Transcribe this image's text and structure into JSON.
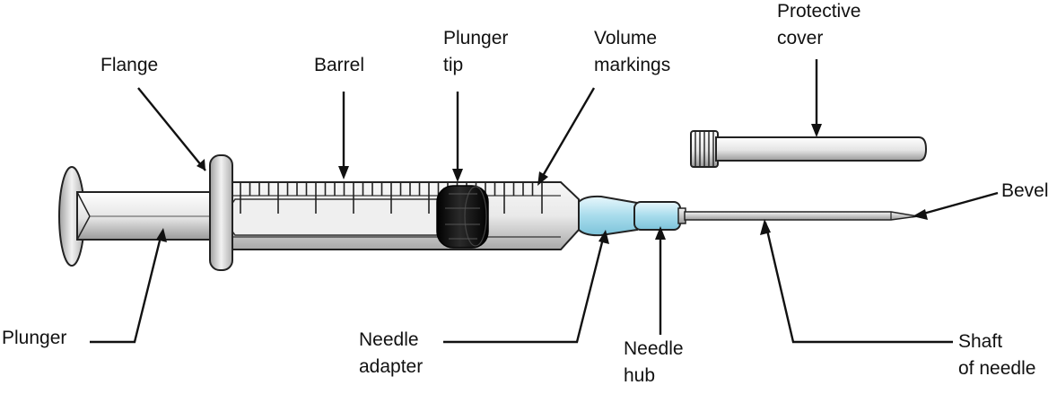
{
  "diagram": {
    "labels": {
      "flange": "Flange",
      "barrel": "Barrel",
      "plunger_tip": [
        "Plunger",
        "tip"
      ],
      "volume_markings": [
        "Volume",
        "markings"
      ],
      "protective_cover": [
        "Protective",
        "cover"
      ],
      "bevel": "Bevel",
      "plunger": "Plunger",
      "needle_adapter": [
        "Needle",
        "adapter"
      ],
      "needle_hub": [
        "Needle",
        "hub"
      ],
      "shaft_of_needle": [
        "Shaft",
        "of needle"
      ]
    },
    "colors": {
      "outline": "#222222",
      "metal_light": "#ffffff",
      "metal_dark": "#9a9a9a",
      "adapter_blue": "#a8dcec",
      "plunger_tip": "#0a0a0a"
    }
  }
}
